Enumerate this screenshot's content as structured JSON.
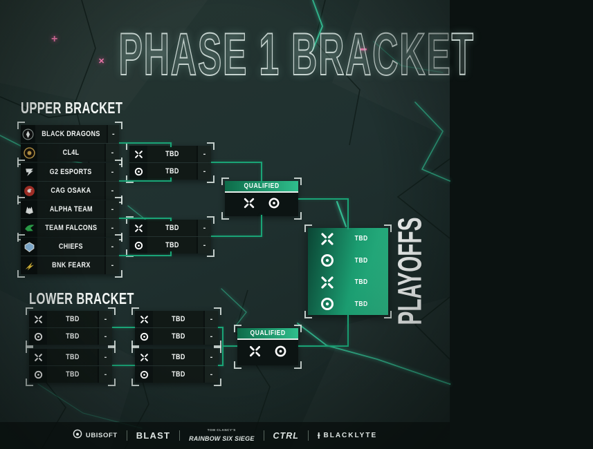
{
  "title": "PHASE 1 BRACKET",
  "upper": {
    "label": "UPPER BRACKET",
    "round1": [
      {
        "teams": [
          {
            "name": "BLACK DRAGONS",
            "logo": "black-dragons-logo",
            "score": "-"
          },
          {
            "name": "CL4L",
            "logo": "cl4l-logo",
            "score": "-"
          }
        ]
      },
      {
        "teams": [
          {
            "name": "G2 ESPORTS",
            "logo": "g2-esports-logo",
            "score": "-"
          },
          {
            "name": "CAG OSAKA",
            "logo": "cag-osaka-logo",
            "score": "-"
          }
        ]
      },
      {
        "teams": [
          {
            "name": "ALPHA TEAM",
            "logo": "alpha-team-logo",
            "score": "-"
          },
          {
            "name": "TEAM FALCONS",
            "logo": "team-falcons-logo",
            "score": "-"
          }
        ]
      },
      {
        "teams": [
          {
            "name": "CHIEFS",
            "logo": "chiefs-logo",
            "score": "-"
          },
          {
            "name": "BNK FEARX",
            "logo": "bnk-fearx-logo",
            "score": "-"
          }
        ]
      }
    ],
    "semifinals": [
      {
        "teams": [
          {
            "name": "TBD",
            "icon": "x-mark",
            "score": "-"
          },
          {
            "name": "TBD",
            "icon": "target",
            "score": "-"
          }
        ]
      },
      {
        "teams": [
          {
            "name": "TBD",
            "icon": "x-mark",
            "score": "-"
          },
          {
            "name": "TBD",
            "icon": "target",
            "score": "-"
          }
        ]
      }
    ],
    "qualified": {
      "label": "QUALIFIED",
      "icons": [
        "x-mark",
        "target"
      ]
    }
  },
  "lower": {
    "label": "LOWER BRACKET",
    "round1": [
      {
        "teams": [
          {
            "name": "TBD",
            "icon": "x-mark",
            "score": "-"
          },
          {
            "name": "TBD",
            "icon": "target",
            "score": "-"
          }
        ]
      },
      {
        "teams": [
          {
            "name": "TBD",
            "icon": "x-mark",
            "score": "-"
          },
          {
            "name": "TBD",
            "icon": "target",
            "score": "-"
          }
        ]
      }
    ],
    "round2": [
      {
        "teams": [
          {
            "name": "TBD",
            "icon": "x-mark",
            "score": "-"
          },
          {
            "name": "TBD",
            "icon": "target",
            "score": "-"
          }
        ]
      },
      {
        "teams": [
          {
            "name": "TBD",
            "icon": "x-mark",
            "score": "-"
          },
          {
            "name": "TBD",
            "icon": "target",
            "score": "-"
          }
        ]
      }
    ],
    "qualified": {
      "label": "QUALIFIED",
      "icons": [
        "x-mark",
        "target"
      ]
    }
  },
  "playoffs": {
    "label": "PLAYOFFS",
    "slots": [
      {
        "icon": "x-mark",
        "name": "TBD"
      },
      {
        "icon": "target",
        "name": "TBD"
      },
      {
        "icon": "x-mark",
        "name": "TBD"
      },
      {
        "icon": "target",
        "name": "TBD"
      }
    ]
  },
  "footer": {
    "brands": [
      {
        "name": "UBISOFT"
      },
      {
        "name": "BLAST"
      },
      {
        "sub": "TOM CLANCY'S",
        "name": "RAINBOW SIX SIEGE"
      },
      {
        "name": "CTRL"
      },
      {
        "name": "BLACKLYTE"
      }
    ]
  },
  "colors": {
    "connector_teal": "#1aa476",
    "qualified_gradient": [
      "#0d6b49",
      "#2fbe8c"
    ],
    "playoffs_gradient": [
      "#0b4534",
      "#2cb483"
    ],
    "pink_accent": "#f06ea9",
    "box_dark": "#0a100f"
  }
}
